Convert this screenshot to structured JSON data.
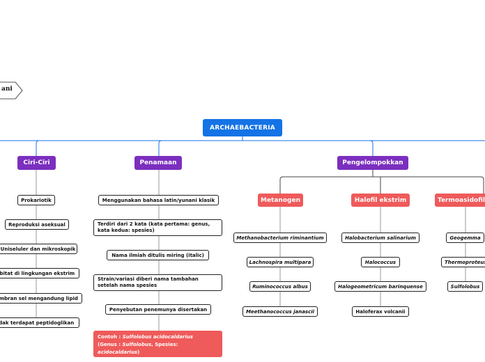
{
  "breadcrumb": {
    "label": "ani"
  },
  "root": {
    "label": "ARCHAEBACTERIA"
  },
  "categories": {
    "ciri": {
      "label": "Ciri-Ciri",
      "items": [
        "Prokariotik",
        "Reproduksi aseksual",
        "Uniseluler dan mikroskopik",
        "abitat di lingkungan ekstrim",
        "embran sel mengandung lipid",
        "idak terdapat peptidoglikan"
      ]
    },
    "penamaan": {
      "label": "Penamaan",
      "items": [
        "Menggunakan bahasa latin/yunani klasik",
        "Terdiri dari 2 kata (kata pertama: genus, kata kedua: spesies)",
        "Nama ilmiah ditulis  miring (italic)",
        "Strain/variasi diberi nama tambahan setelah nama spesies",
        "Penyebutan penemunya disertakan"
      ],
      "note": {
        "prefix": "Contoh : ",
        "example": "Sulfolobus acidocaldarius",
        "line2_prefix": "(Genus : ",
        "genus": "Sulfolobus",
        "line2_mid": ", Spesies: ",
        "species": "acidocaldarius",
        "line2_suffix": ")"
      }
    },
    "pengelompokkan": {
      "label": "Pengelompokkan",
      "groups": {
        "metanogen": {
          "label": "Metanogen",
          "items": [
            "Methanobacterium riminantium",
            "Lachnospira multipara",
            "Ruminococcus albus",
            "Meethanococcus janascii"
          ]
        },
        "halofil": {
          "label": "Halofil ekstrim",
          "items": [
            "Halobacterium salinarium",
            "Halococcus",
            "Halogeometricum barinquense",
            "Haloferax volcanii"
          ]
        },
        "termo": {
          "label": "Termoasidofil",
          "items": [
            "Geogemma",
            "Thermoproteus",
            "Sulfolobus"
          ]
        }
      }
    }
  },
  "colors": {
    "root": "#1473e6",
    "category": "#7b2fbf",
    "subcategory": "#ef5a5a",
    "connector_main": "#1473e6",
    "connector": "#444444"
  }
}
